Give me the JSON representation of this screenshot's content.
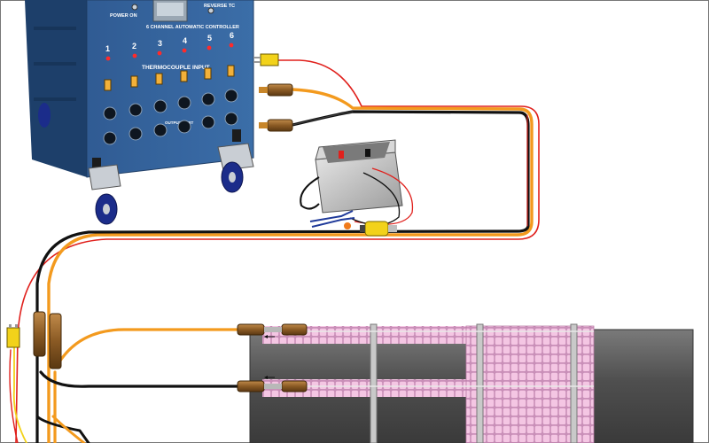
{
  "controller": {
    "power_on": "POWER ON",
    "reverse": "REVERSE TC",
    "title": "6 CHANNEL AUTOMATIC CONTROLLER",
    "thermocouple_input": "THERMOCOUPLE INPUT",
    "output_port": "OUTPUT PORT",
    "channels": [
      "1",
      "2",
      "3",
      "4",
      "5",
      "6"
    ]
  },
  "colors": {
    "cabinet": "#2f5f96",
    "cabinet_dark": "#1d3f6a",
    "cable_orange": "#f39a1e",
    "cable_black": "#111111",
    "cable_red": "#e0201c",
    "cable_yellow": "#f2d21a",
    "heater_pad": "#f3bfe0",
    "workpiece": "#5a5a5a",
    "connector_brass": "#8a5a24"
  },
  "icons": [
    "thermocouple-plug-icon",
    "power-plug-icon",
    "wheel-icon"
  ]
}
